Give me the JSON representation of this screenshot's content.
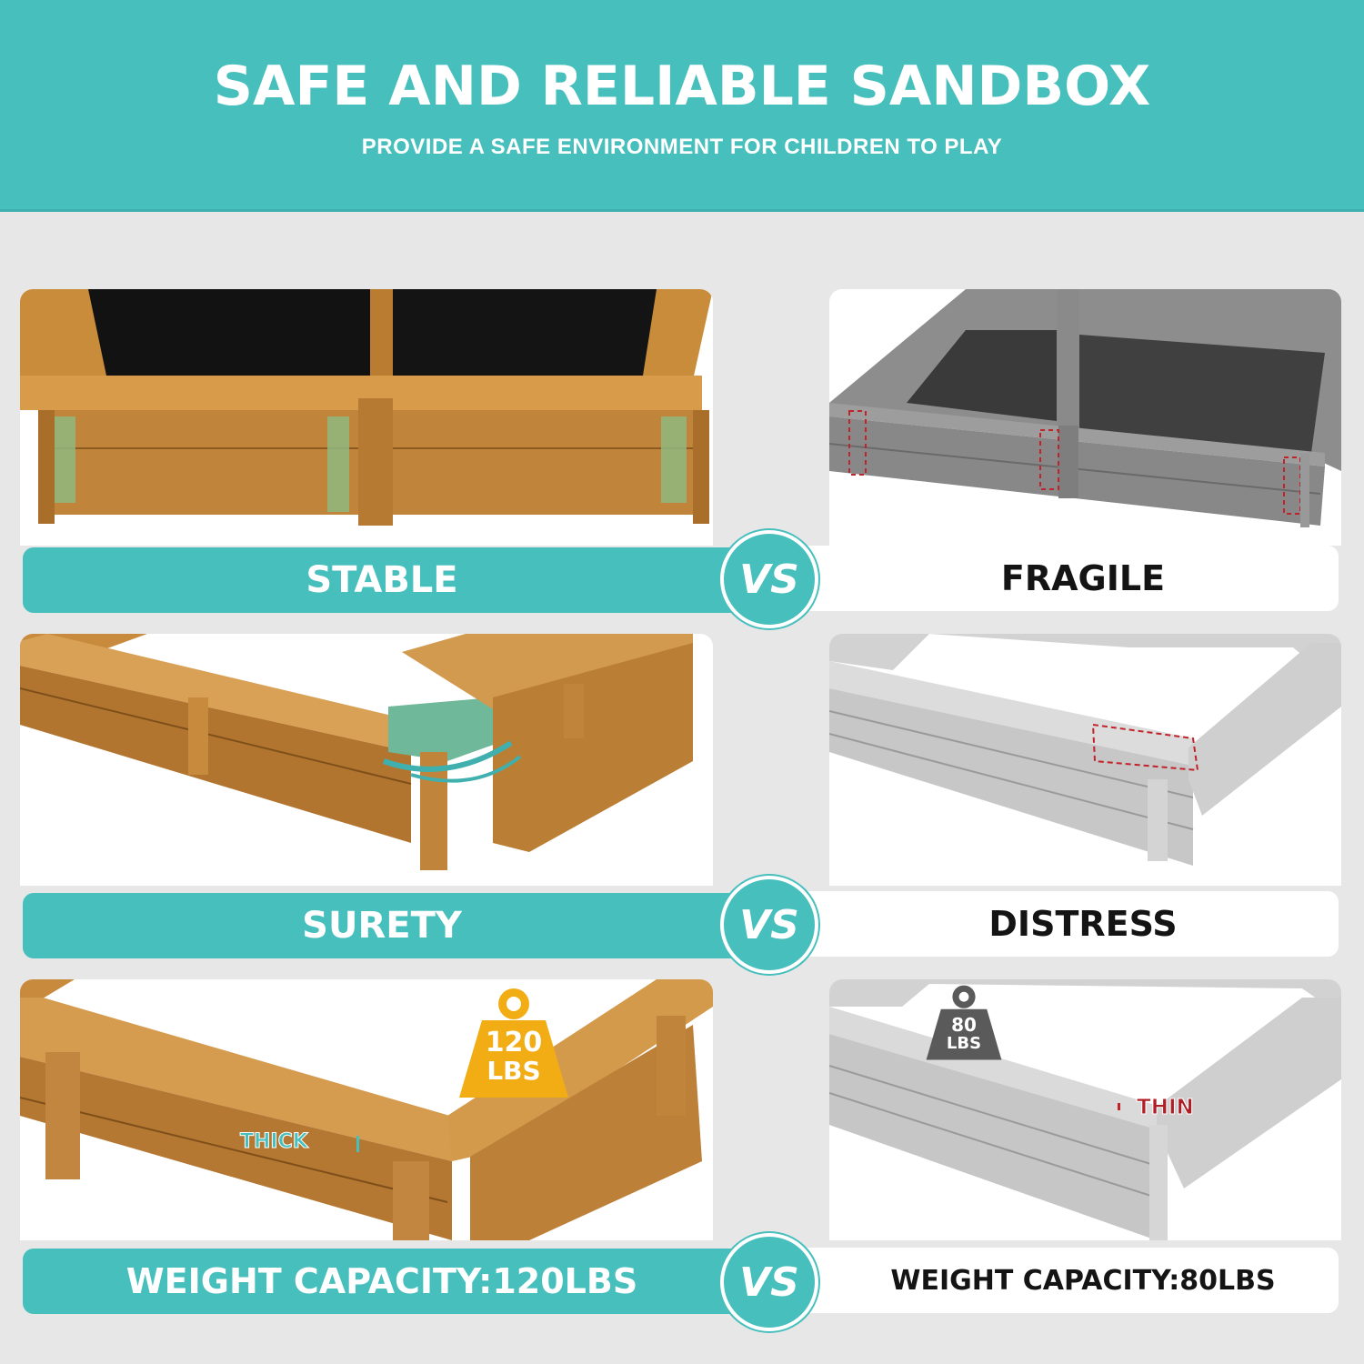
{
  "header": {
    "title": "SAFE AND RELIABLE SANDBOX",
    "subtitle": "PROVIDE A SAFE ENVIRONMENT FOR CHILDREN TO PLAY"
  },
  "colors": {
    "accent_teal": "#47bfbd",
    "background": "#e7e7e7",
    "weight_good": "#f2ad15",
    "weight_bad": "#5a5a5a",
    "defect_red": "#c0232a",
    "highlight_green": "#6fb89a"
  },
  "comparisons": [
    {
      "good_label": "STABLE",
      "vs_label": "VS",
      "bad_label": "FRAGILE",
      "good_image": "natural-wood-sandbox-with-reinforced-brackets",
      "bad_image": "grayscale-sandbox-with-weak-joints-marked-red"
    },
    {
      "good_label": "SURETY",
      "vs_label": "VS",
      "bad_label": "DISTRESS",
      "good_image": "natural-wood-sandbox-corner-seamless-joint",
      "bad_image": "grayscale-sandbox-corner-gap-marked-red"
    },
    {
      "good_label": "WEIGHT CAPACITY:120LBS",
      "vs_label": "VS",
      "bad_label": "WEIGHT CAPACITY:80LBS",
      "good_image": "natural-wood-sandbox-thick-seat-board",
      "bad_image": "grayscale-sandbox-thin-seat-board",
      "good_weight": {
        "value": "120",
        "unit": "LBS"
      },
      "bad_weight": {
        "value": "80",
        "unit": "LBS"
      },
      "good_annotation": "THICK",
      "bad_annotation": "THIN"
    }
  ]
}
